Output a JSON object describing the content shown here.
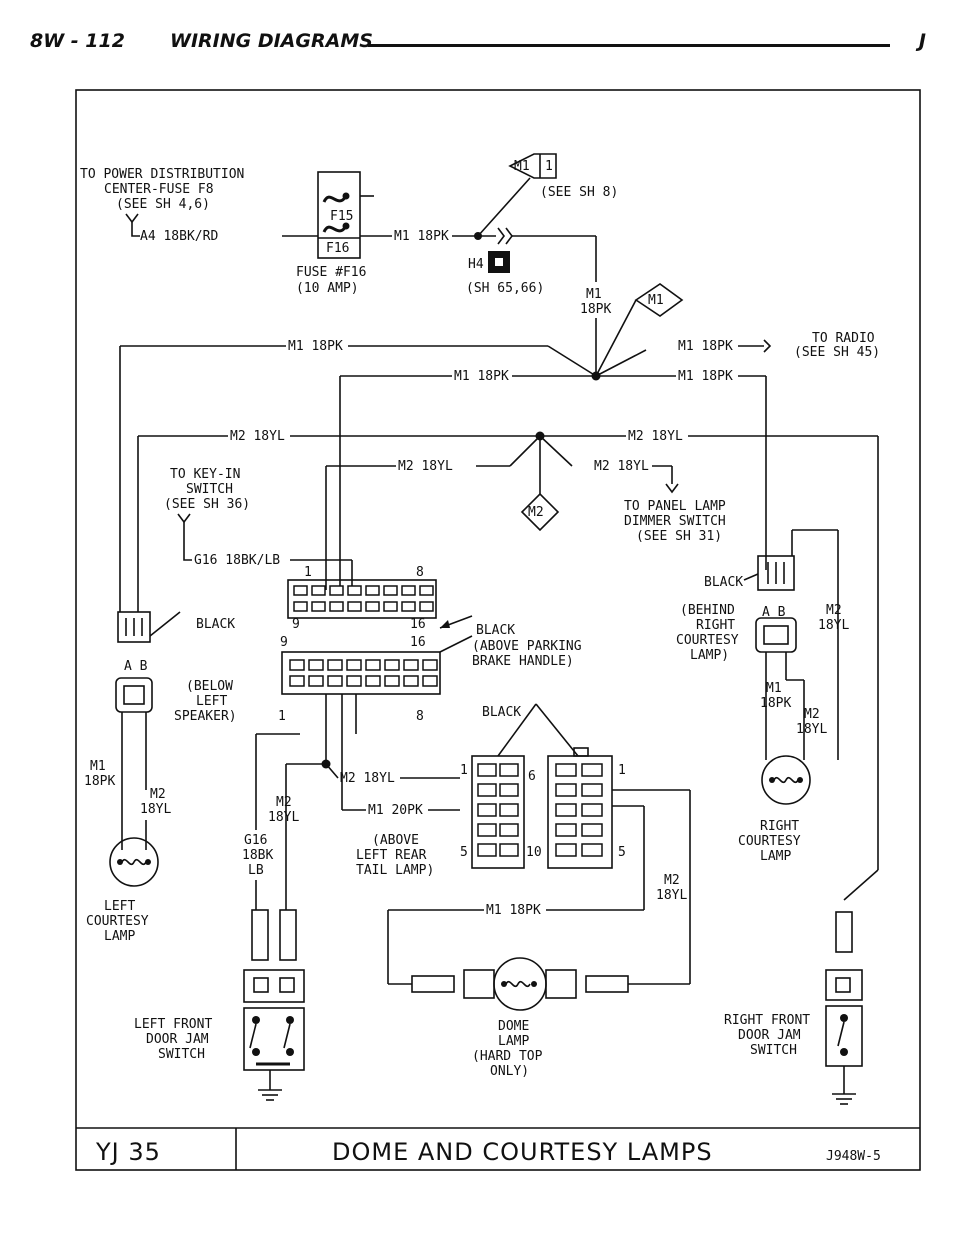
{
  "header": {
    "page": "8W - 112",
    "title": "WIRING DIAGRAMS",
    "letter": "J"
  },
  "footer": {
    "model": "YJ 35",
    "title": "DOME AND COURTESY LAMPS",
    "code": "J948W-5"
  },
  "labels": {
    "power_dist": [
      "TO POWER DISTRIBUTION",
      "CENTER-FUSE F8",
      "(SEE SH 4,6)"
    ],
    "a4_wire": "A4 18BK/RD",
    "fuse_f15": "F15",
    "fuse_f16": "F16",
    "fuse_name": [
      "FUSE #F16",
      "(10 AMP)"
    ],
    "m1_18pk": "M1 18PK",
    "m1_20pk": "M1 20PK",
    "m1_flag": "M1",
    "m1_flag_pin": "1",
    "see_sh8": "(SEE SH 8)",
    "h4": "H4",
    "sh6566": "(SH 65,66)",
    "m1_18pk_stack": [
      "M1",
      "18PK"
    ],
    "m2_stack": [
      "M2",
      "18YL"
    ],
    "m2_18yl": "M2 18YL",
    "m2_flag": "M2",
    "to_radio": [
      "TO RADIO",
      "(SEE SH 45)"
    ],
    "key_in": [
      "TO KEY-IN",
      "SWITCH",
      "(SEE SH 36)"
    ],
    "panel_lamp": [
      "TO PANEL LAMP",
      "DIMMER SWITCH",
      "(SEE SH 31)"
    ],
    "g16_wire": "G16 18BK/LB",
    "g16_stack": [
      "G16",
      "18BK",
      "LB"
    ],
    "black": "BLACK",
    "ab": "A B",
    "behind_right": [
      "(BEHIND",
      "RIGHT",
      "COURTESY",
      "LAMP)"
    ],
    "below_left": [
      "(BELOW",
      "LEFT",
      "SPEAKER)"
    ],
    "parking_brake": [
      "(ABOVE PARKING",
      "BRAKE HANDLE)"
    ],
    "left_rear_tail": [
      "(ABOVE",
      "LEFT REAR",
      "TAIL LAMP)"
    ],
    "pin_1": "1",
    "pin_5": "5",
    "pin_6": "6",
    "pin_8": "8",
    "pin_9": "9",
    "pin_10": "10",
    "pin_16": "16",
    "right_courtesy": [
      "RIGHT",
      "COURTESY",
      "LAMP"
    ],
    "left_courtesy": [
      "LEFT",
      "COURTESY",
      "LAMP"
    ],
    "left_door": [
      "LEFT FRONT",
      "DOOR JAM",
      "SWITCH"
    ],
    "right_door": [
      "RIGHT FRONT",
      "DOOR JAM",
      "SWITCH"
    ],
    "dome_lamp": [
      "DOME",
      "LAMP",
      "(HARD TOP",
      "ONLY)"
    ]
  }
}
